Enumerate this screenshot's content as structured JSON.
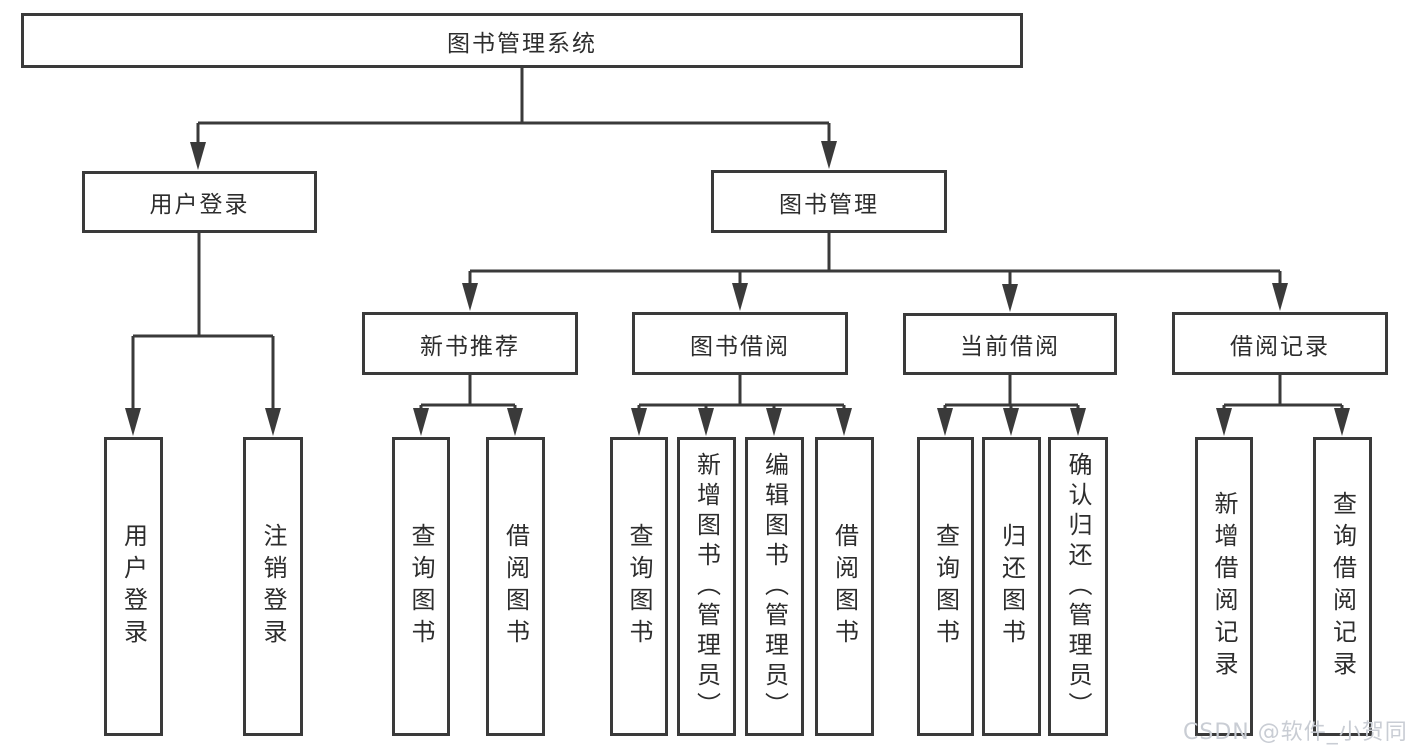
{
  "colors": {
    "line": "#3a3a3a",
    "text": "#2d2d2d",
    "background": "#ffffff",
    "watermark": "#c9cdd4"
  },
  "watermark": {
    "text": "CSDN @软件_小贺同学"
  },
  "tree": {
    "root": {
      "label": "图书管理系统"
    },
    "branches": [
      {
        "label": "用户登录",
        "children": [
          {
            "label": "用户登录"
          },
          {
            "label": "注销登录"
          }
        ]
      },
      {
        "label": "图书管理",
        "children": [
          {
            "label": "新书推荐",
            "children": [
              {
                "label": "查询图书"
              },
              {
                "label": "借阅图书"
              }
            ]
          },
          {
            "label": "图书借阅",
            "children": [
              {
                "label": "查询图书"
              },
              {
                "label": "新增图书（管理员）"
              },
              {
                "label": "编辑图书（管理员）"
              },
              {
                "label": "借阅图书"
              }
            ]
          },
          {
            "label": "当前借阅",
            "children": [
              {
                "label": "查询图书"
              },
              {
                "label": "归还图书"
              },
              {
                "label": "确认归还（管理员）"
              }
            ]
          },
          {
            "label": "借阅记录",
            "children": [
              {
                "label": "新增借阅记录"
              },
              {
                "label": "查询借阅记录"
              }
            ]
          }
        ]
      }
    ]
  }
}
